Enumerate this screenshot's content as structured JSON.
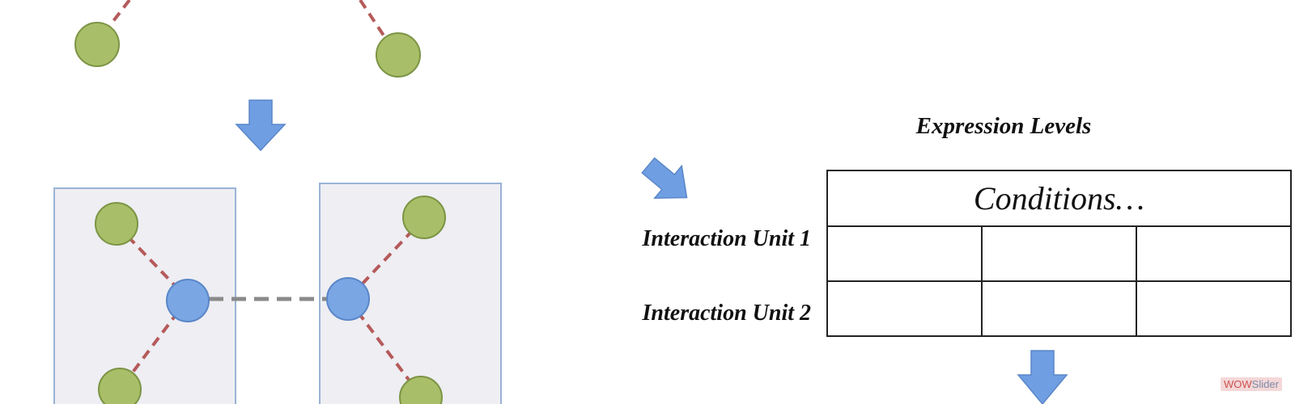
{
  "expression": {
    "title": "Expression Levels",
    "table_header": "Conditions…",
    "rows": [
      {
        "label": "Interaction Unit 1",
        "cells": [
          "",
          "",
          ""
        ]
      },
      {
        "label": "Interaction Unit 2",
        "cells": [
          "",
          "",
          ""
        ]
      }
    ]
  },
  "watermark": {
    "part1": "WOW",
    "part2": "Slider"
  },
  "colors": {
    "green_node": "#a9be68",
    "blue_node": "#7aa6e4",
    "dashed_edge": "#b55a5a",
    "bridge_edge": "#8a8a8a",
    "arrow": "#6f9fe2"
  }
}
